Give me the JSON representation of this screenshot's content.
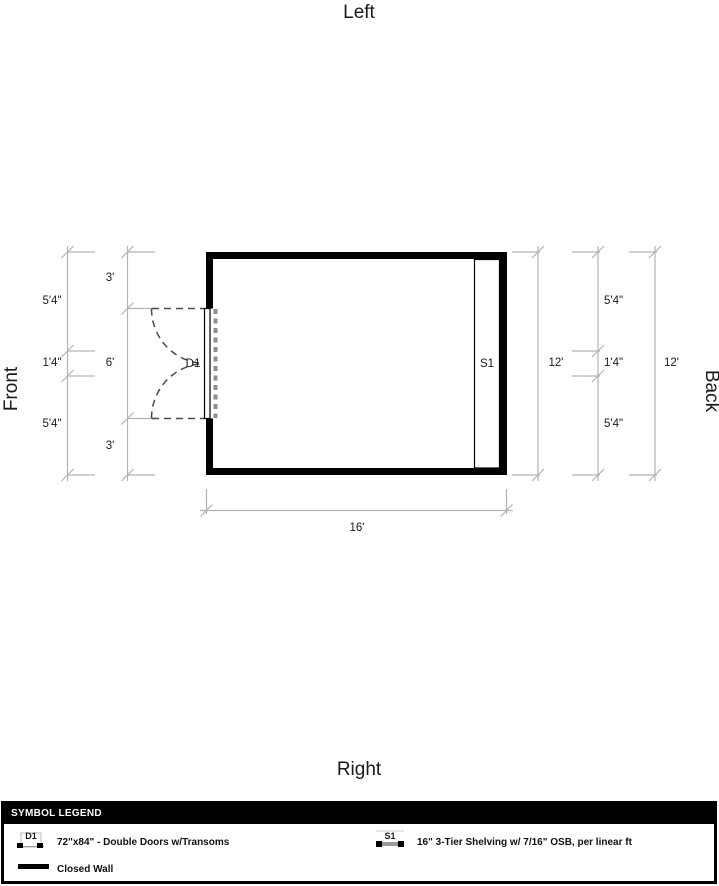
{
  "orientation": {
    "top": "Left",
    "bottom": "Right",
    "left": "Front",
    "right": "Back"
  },
  "dims": {
    "left_outer": [
      "5'4\"",
      "1'4\"",
      "5'4\""
    ],
    "left_inner": [
      "3'",
      "6'",
      "3'"
    ],
    "right_height_inner": "12'",
    "right_mid": [
      "5'4\"",
      "1'4\"",
      "5'4\""
    ],
    "right_height_outer": "12'",
    "width": "16'"
  },
  "plan": {
    "door_label": "D1",
    "shelf_label": "S1"
  },
  "legend": {
    "title": "SYMBOL LEGEND",
    "items": [
      {
        "symbol": "D1",
        "label": "72\"x84\" - Double Doors w/Transoms"
      },
      {
        "symbol": "S1",
        "label": "16\" 3-Tier Shelving w/ 7/16\" OSB, per linear ft"
      },
      {
        "symbol": "closed-wall",
        "label": "Closed Wall"
      }
    ]
  },
  "colors": {
    "wall": "#000000",
    "dimension_lines": "#b3b3b3",
    "door_swing_dash": "#4a4a4a",
    "interior_dash": "#8f8f8f",
    "legend_header_bg": "#000000",
    "legend_header_text": "#ffffff"
  }
}
